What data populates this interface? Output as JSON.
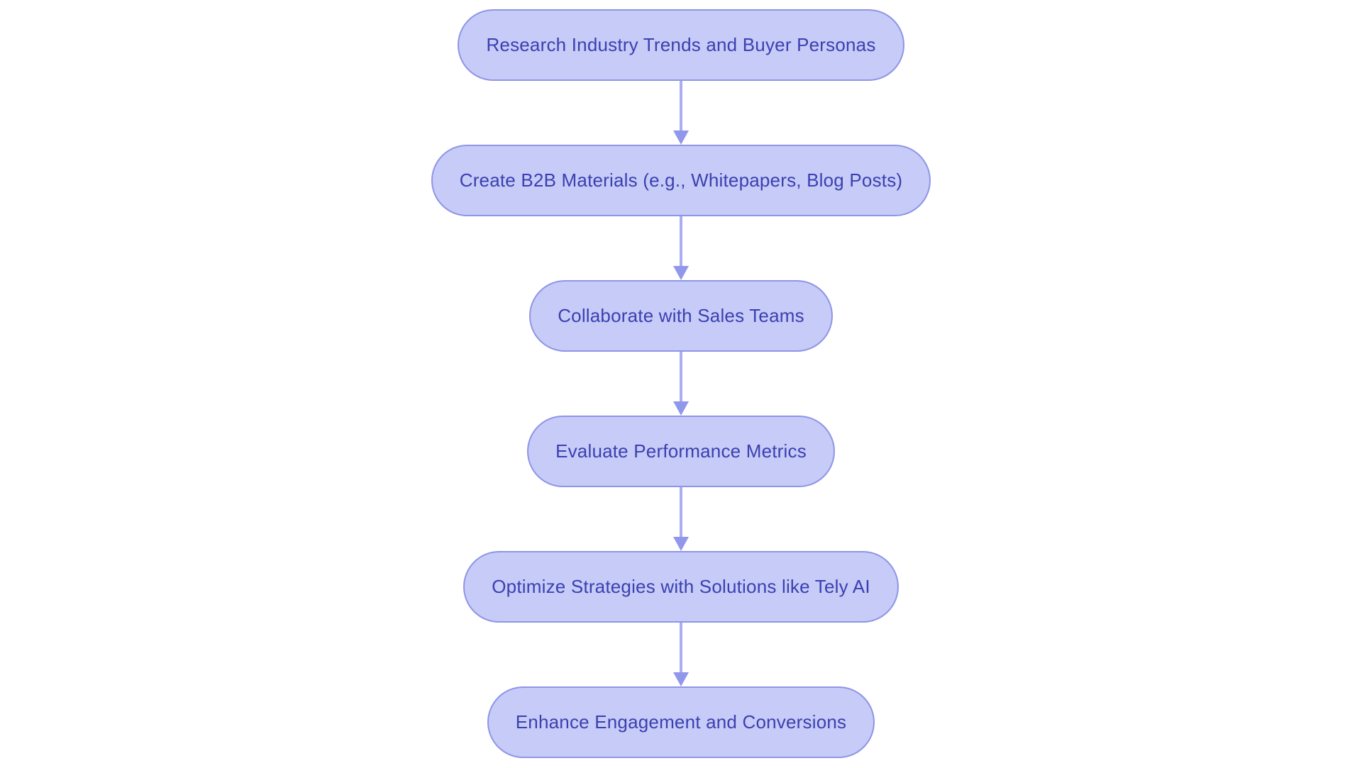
{
  "colors": {
    "background": "#ffffff",
    "node_fill": "#c6cbf8",
    "node_border": "#8f95e6",
    "node_text": "#3b40b0",
    "arrow_shaft": "#a9aef2",
    "arrow_head": "#9198ec"
  },
  "flowchart": {
    "type": "vertical-flowchart",
    "nodes": [
      {
        "label": "Research Industry Trends and Buyer Personas"
      },
      {
        "label": "Create B2B Materials (e.g., Whitepapers, Blog Posts)"
      },
      {
        "label": "Collaborate with Sales Teams"
      },
      {
        "label": "Evaluate Performance Metrics"
      },
      {
        "label": "Optimize Strategies with Solutions like Tely AI"
      },
      {
        "label": "Enhance Engagement and Conversions"
      }
    ],
    "edges": [
      {
        "from": 0,
        "to": 1
      },
      {
        "from": 1,
        "to": 2
      },
      {
        "from": 2,
        "to": 3
      },
      {
        "from": 3,
        "to": 4
      },
      {
        "from": 4,
        "to": 5
      }
    ]
  }
}
